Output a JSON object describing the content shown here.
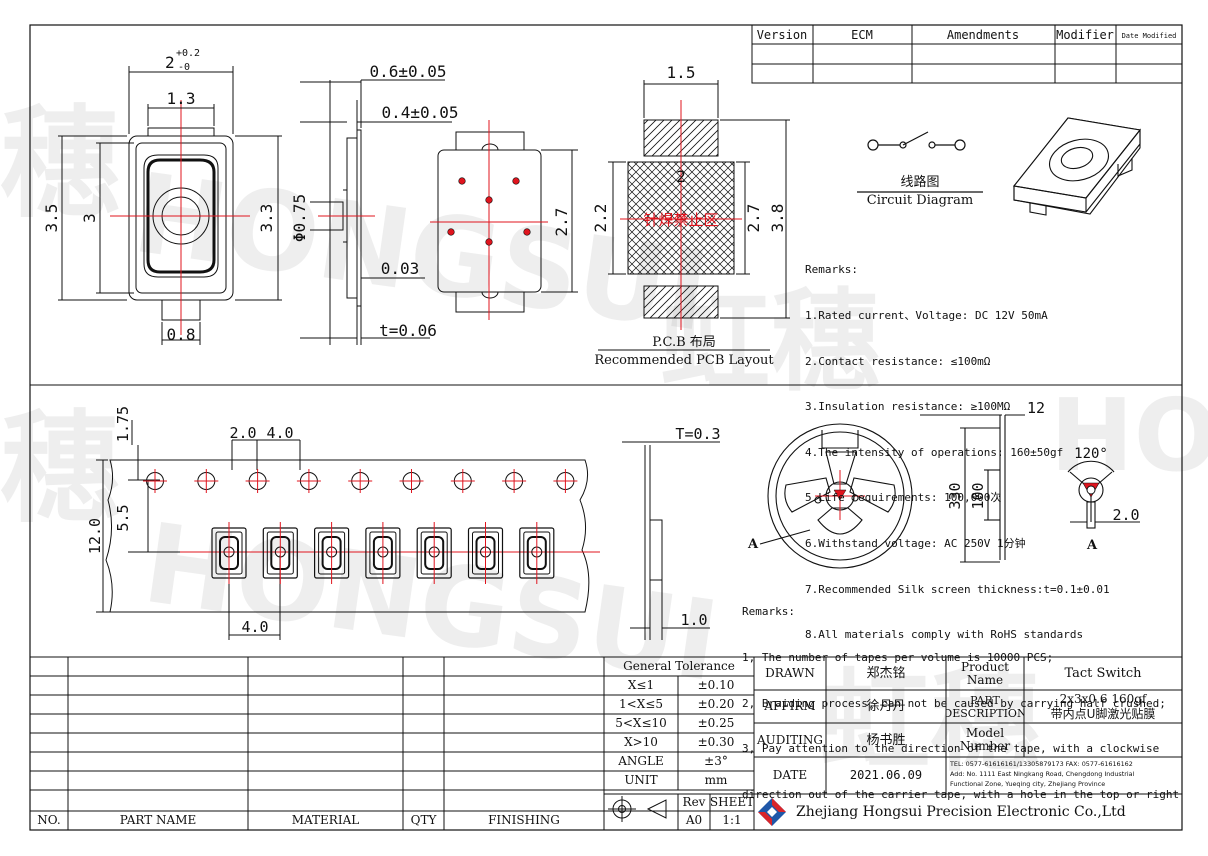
{
  "revision_table": {
    "headers": [
      "Version",
      "ECM",
      "Amendments",
      "Modifier",
      "Date Modified"
    ]
  },
  "top_drawing": {
    "dim_width_top": "2",
    "dim_width_tol": "+0.2",
    "dim_width_tol_low": "-0",
    "dim_1_3": "1.3",
    "dim_3_5": "3.5",
    "dim_3": "3",
    "dim_3_3": "3.3",
    "dim_0_8": "0.8",
    "dim_0_6": "0.6±0.05",
    "dim_0_4": "0.4±0.05",
    "dim_phi": "Φ0.75",
    "dim_0_03": "0.03",
    "dim_t006": "t=0.06",
    "dim_2_7_back": "2.7",
    "dim_1_5": "1.5",
    "dim_2_2": "2.2",
    "dim_2": "2",
    "dim_2_7_pcb": "2.7",
    "dim_3_8": "3.8",
    "pcb_zone_label": "针焊禁止区",
    "pcb_cn": "P.C.B 布局",
    "pcb_en": "Recommended PCB Layout",
    "circuit_cn": "线路图",
    "circuit_en": "Circuit Diagram"
  },
  "remarks_top": {
    "title": "Remarks:",
    "items": [
      "1.Rated current、Voltage: DC 12V 50mA",
      "2.Contact resistance: ≤100mΩ",
      "3.Insulation resistance: ≥100MΩ",
      "4.The intensity of operations: 160±50gf",
      "5.Life requirements: 100,000次",
      "6.Withstand voltage: AC 250V 1分钟",
      "7.Recommended Silk screen thickness:t=0.1±0.01",
      "8.All materials comply with RoHS standards"
    ]
  },
  "tape_drawing": {
    "dim_1_75": "1.75",
    "dim_2_0": "2.0",
    "dim_4_0_top": "4.0",
    "dim_5_5": "5.5",
    "dim_12_0": "12.0",
    "dim_4_0_bottom": "4.0",
    "dim_t03": "T=0.3",
    "dim_1_0": "1.0",
    "dim_12": "12",
    "dim_330": "330",
    "dim_100": "100",
    "dim_120": "120°",
    "dim_2_0_hub": "2.0",
    "label_a_reel": "A",
    "label_a_hub": "A"
  },
  "remarks_bottom": {
    "title": "Remarks:",
    "items": [
      "1, The number of tapes per volume is 10000 PCS;",
      "2, Braiding process, can not be caused by carrying half crushed;",
      "3, Pay attention to the direction of the tape, with a clockwise",
      "direction out of the carrier tape, with a hole in the top or right"
    ]
  },
  "parts_table": {
    "headers": [
      "NO.",
      "PART NAME",
      "MATERIAL",
      "QTY",
      "FINISHING"
    ]
  },
  "tolerance": {
    "title": "General Tolerance",
    "rows": [
      [
        "X≤1",
        "±0.10"
      ],
      [
        "1<X≤5",
        "±0.20"
      ],
      [
        "5<X≤10",
        "±0.25"
      ],
      [
        "X>10",
        "±0.30"
      ],
      [
        "ANGLE",
        "±3°"
      ],
      [
        "UNIT",
        "mm"
      ]
    ]
  },
  "rev_sheet": {
    "rev_label": "Rev",
    "sheet_label": "SHEET",
    "rev_value": "A0",
    "sheet_value": "1:1"
  },
  "title_block": {
    "drawn_label": "DRAWN",
    "drawn_value": "郑杰铭",
    "affirm_label": "AFFIRM",
    "affirm_value": "徐丹丹",
    "auditing_label": "AUDITING",
    "auditing_value": "杨书胜",
    "date_label": "DATE",
    "date_value": "2021.06.09",
    "product_name_label": "Product Name",
    "product_name_value": "Tact Switch",
    "part_desc_label": "PART DESCRIPTION",
    "part_desc_value_1": "2x3x0.6 160gf",
    "part_desc_value_2": "带内点U脚激光贴膜",
    "model_label": "Model Number",
    "model_value": "",
    "address_line_1": "TEL: 0577-61616161/13305879173   FAX: 0577-61616162",
    "address_line_2": "Add: No. 1111 East Ningkang Road, Chengdong Industrial",
    "address_line_3": "Functional Zone, Yueqing city, Zhejiang Province",
    "company": "Zhejiang Hongsui Precision Electronic Co.,Ltd"
  },
  "watermark": {
    "cn": "穗",
    "en": "HONGSUI",
    "cn2": "虹穗"
  },
  "colors": {
    "line": "#111111",
    "centerline": "#e0141e",
    "watermark": "#9a9a9a",
    "logo_red": "#d9262b",
    "logo_blue": "#1f57a8"
  }
}
